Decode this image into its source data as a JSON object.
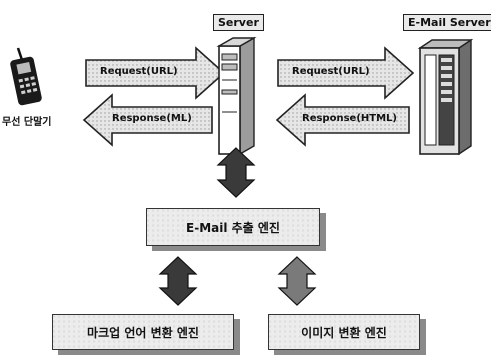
{
  "labels": {
    "mobile": "무선 단말기",
    "server": "Server",
    "email_server": "E-Mail Server",
    "request_left": "Request(URL)",
    "response_left": "Response(ML)",
    "request_right": "Request(URL)",
    "response_right": "Response(HTML)"
  },
  "boxes": {
    "extract_engine": "E-Mail 추출 엔진",
    "markup_engine": "마크업 언어 변환 엔진",
    "image_engine": "이미지 변환 엔진"
  }
}
